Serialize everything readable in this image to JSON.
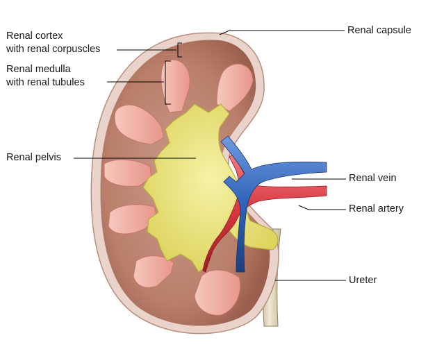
{
  "labels": {
    "renal_cortex": [
      "Renal cortex",
      "with renal corpuscles"
    ],
    "renal_medulla": [
      "Renal medulla",
      "with renal tubules"
    ],
    "renal_pelvis": "Renal pelvis",
    "renal_capsule": "Renal capsule",
    "renal_vein": "Renal vein",
    "renal_artery": "Renal artery",
    "ureter": "Ureter"
  },
  "colors": {
    "capsule": "#e9d3cb",
    "cortex": "#c98f7c",
    "cortex_dark": "#9a5f4c",
    "medulla_pyramid": "#f2b3a8",
    "pelvis": "#efe98c",
    "vein": "#2f63b8",
    "artery": "#d8353d",
    "ureter": "#e6dcc2"
  }
}
